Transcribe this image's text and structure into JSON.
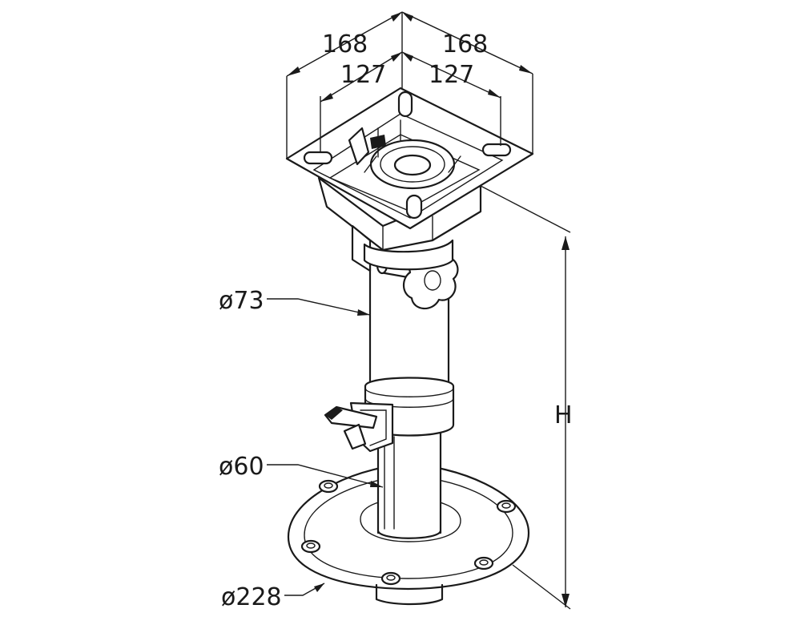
{
  "labels": {
    "top_left_outer": "168",
    "top_right_outer": "168",
    "top_left_inner": "127",
    "top_right_inner": "127",
    "upper_tube_diameter": "ø73",
    "lower_tube_diameter": "ø60",
    "base_diameter": "ø228",
    "height": "H"
  }
}
